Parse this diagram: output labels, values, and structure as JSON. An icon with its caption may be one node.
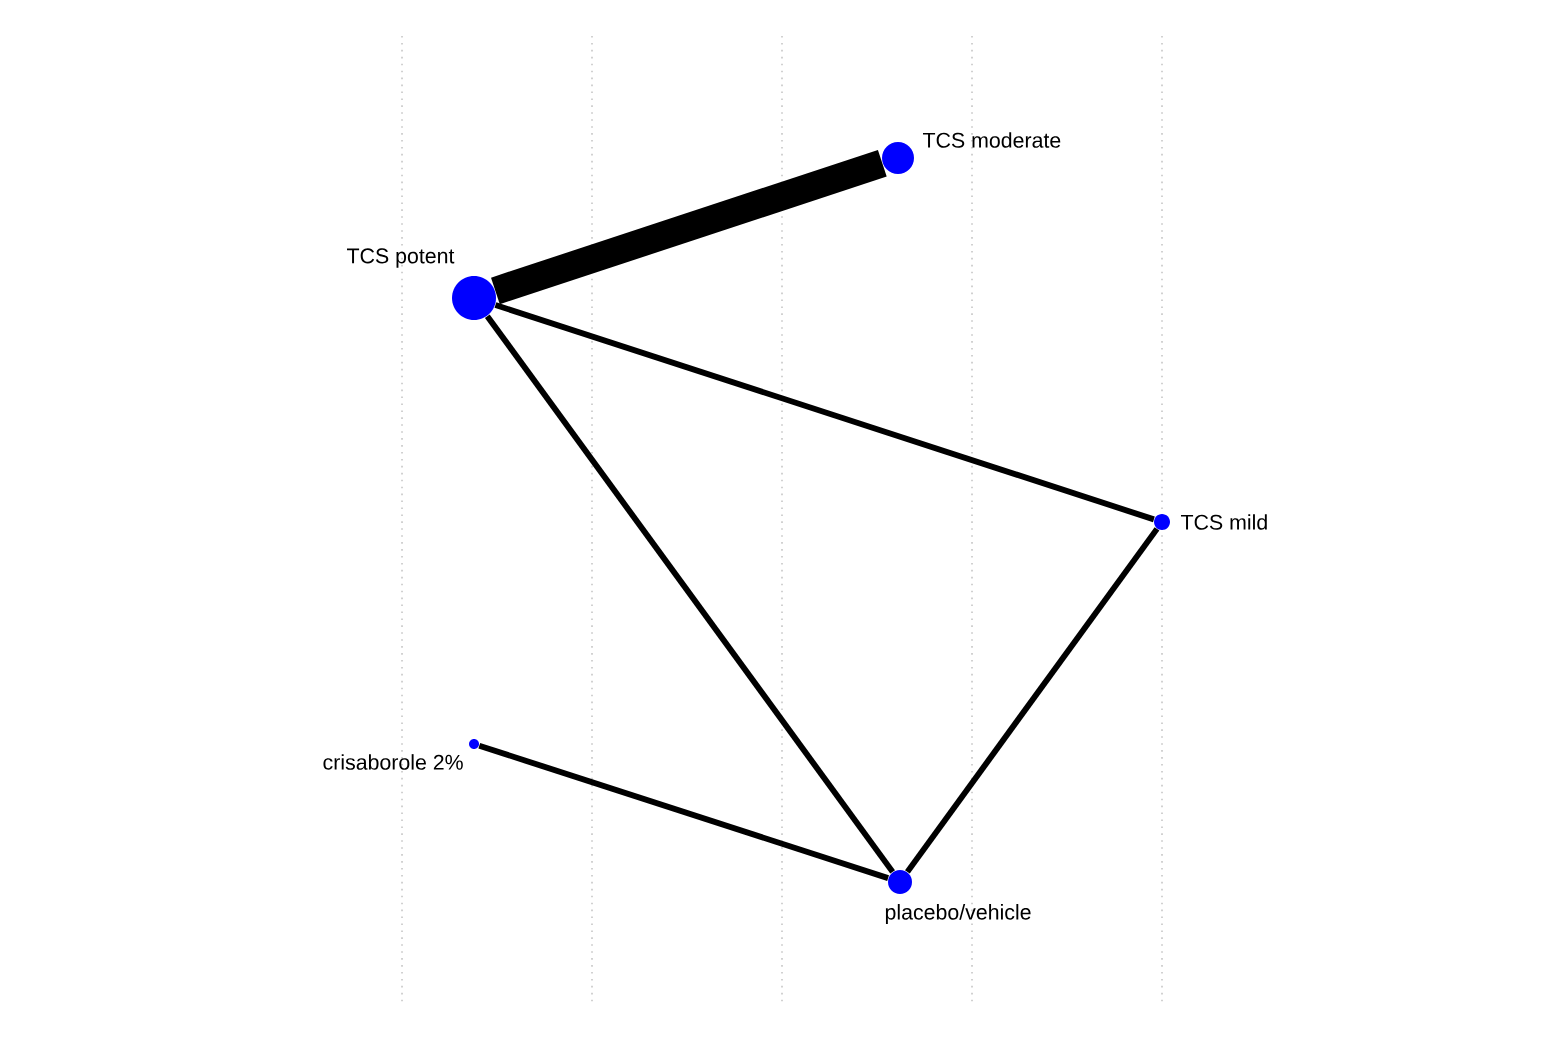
{
  "diagram": {
    "nodes": [
      {
        "text": [
          "TCS moderate"
        ]
      },
      {
        "text": [
          "TCS potent"
        ]
      },
      {
        "text": [
          "TCS mild"
        ]
      },
      {
        "text": [
          "crisaborole 2%"
        ]
      },
      {
        "text": [
          "placebo/vehicle"
        ]
      }
    ],
    "edges": [
      {
        "from": 1,
        "to": 0,
        "arrow": "none",
        "style": "thick"
      },
      {
        "from": 1,
        "to": 2,
        "arrow": "none"
      },
      {
        "from": 1,
        "to": 4,
        "arrow": "none"
      },
      {
        "from": 2,
        "to": 4,
        "arrow": "none"
      },
      {
        "from": 3,
        "to": 4,
        "arrow": "none"
      }
    ]
  }
}
